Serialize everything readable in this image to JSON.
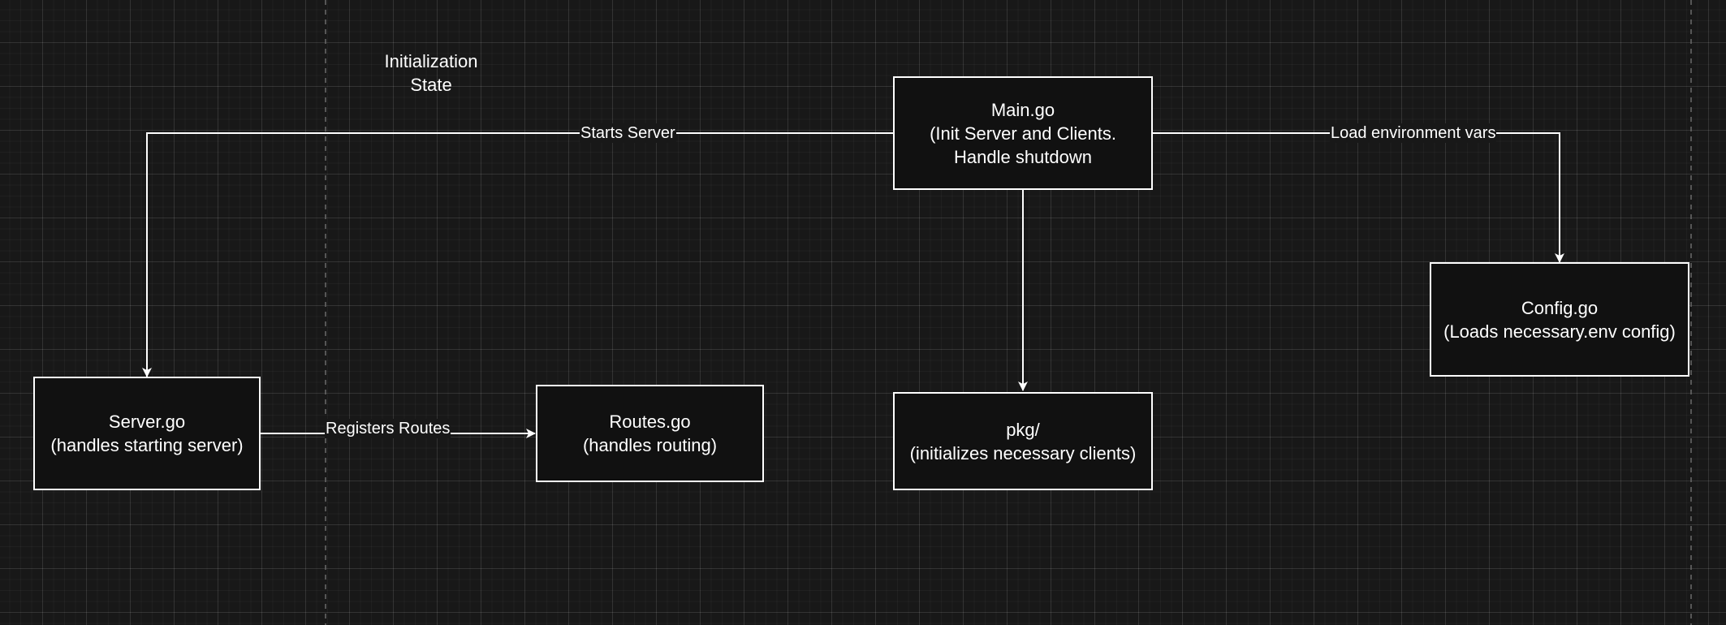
{
  "annotation": "Initialization\nState",
  "nodes": {
    "main": "Main.go\n(Init Server and Clients.\nHandle shutdown",
    "config": "Config.go\n(Loads necessary.env config)",
    "server": "Server.go\n(handles starting server)",
    "routes": "Routes.go\n(handles routing)",
    "pkg": "pkg/\n(initializes necessary clients)"
  },
  "edges": {
    "starts_server": "Starts Server",
    "load_env": "Load environment vars",
    "registers_routes": "Registers Routes"
  },
  "colors": {
    "background": "#181818",
    "node_fill": "#111111",
    "stroke": "#ffffff",
    "text": "#ffffff"
  }
}
